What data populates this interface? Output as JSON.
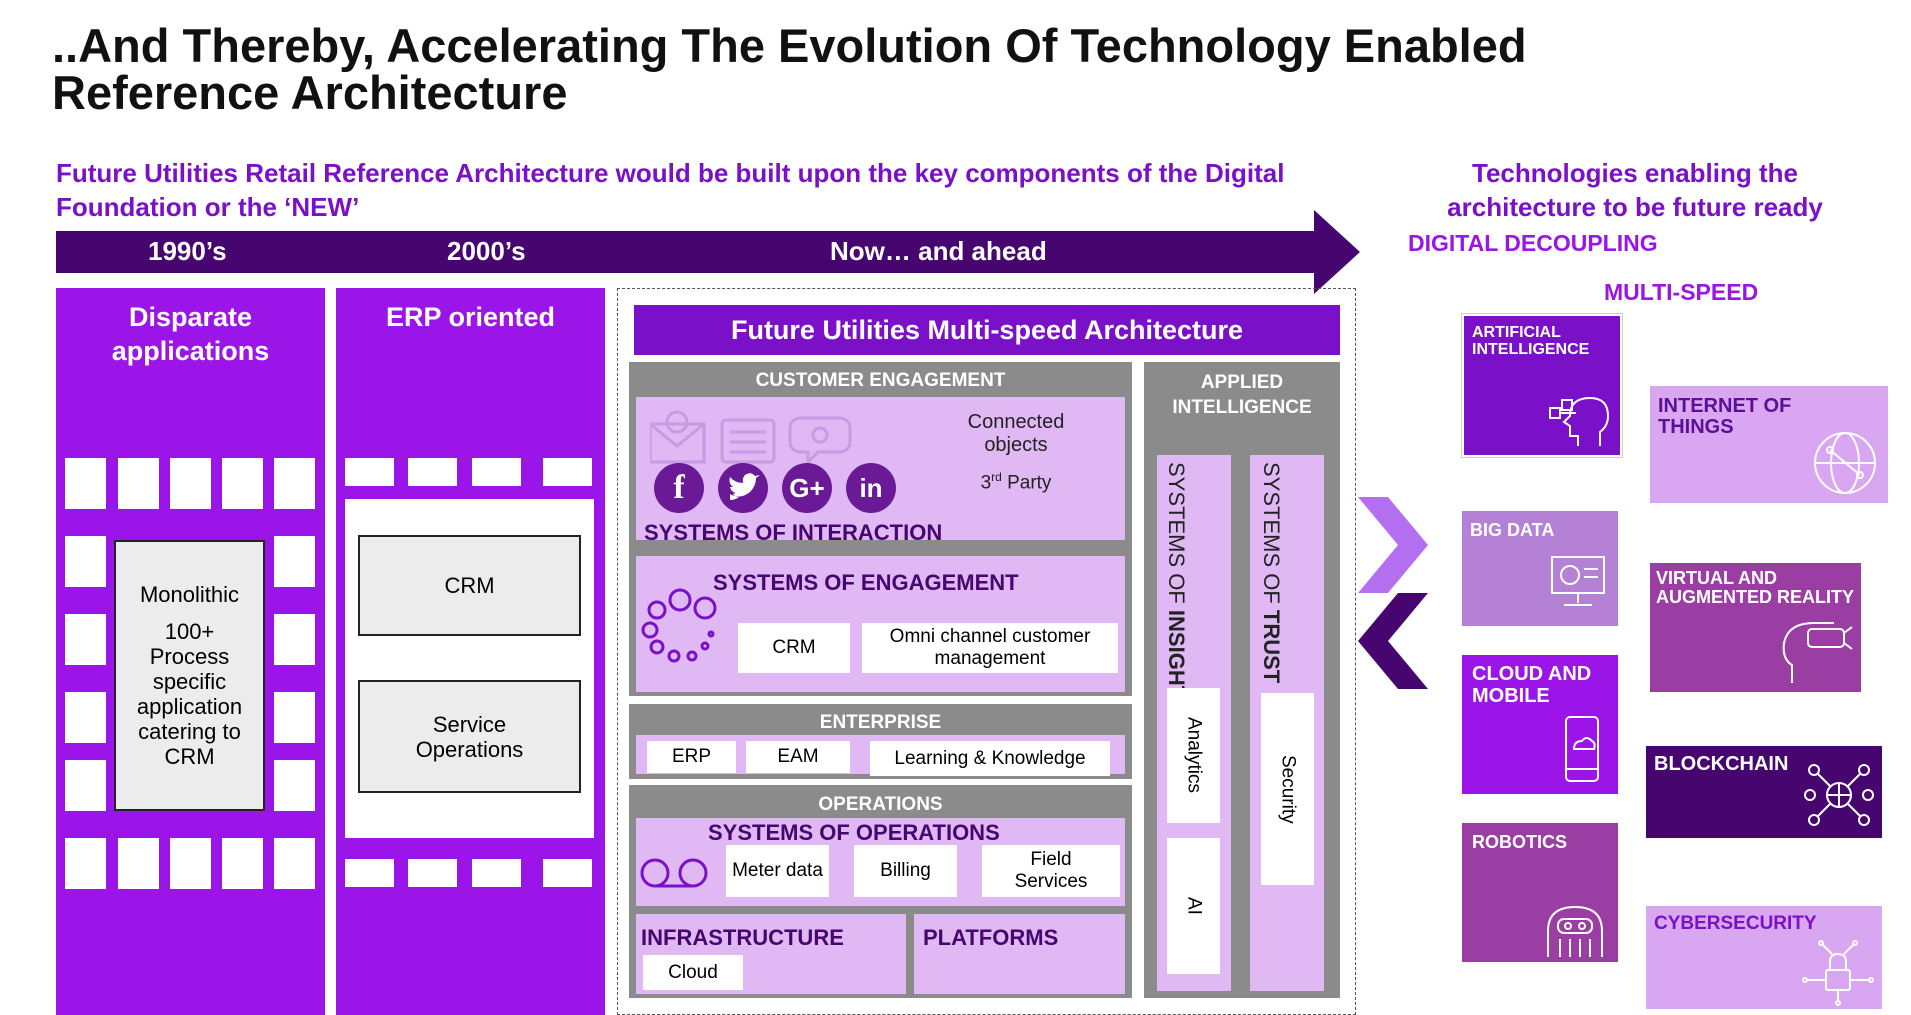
{
  "title": "..And Thereby, Accelerating The Evolution Of Technology Enabled Reference Architecture",
  "subtitle_left": "Future Utilities Retail Reference Architecture would be built upon the key components of the Digital Foundation or the ‘NEW’",
  "subtitle_right": "Technologies enabling the architecture to be future ready",
  "timeline": {
    "era1": "1990’s",
    "era2": "2000’s",
    "era3": "Now… and ahead"
  },
  "col1": {
    "heading": "Disparate applications",
    "box_title": "Monolithic",
    "box_text": "100+ Process specific application catering to CRM"
  },
  "col2": {
    "heading": "ERP oriented",
    "box1": "CRM",
    "box2": "Service Operations"
  },
  "arch": {
    "title": "Future Utilities Multi-speed Architecture",
    "customer_engagement": "CUSTOMER ENGAGEMENT",
    "connected_objects": "Connected objects",
    "third_party_base": "3",
    "third_party_sup": "rd",
    "third_party_rest": " Party",
    "systems_interaction": "SYSTEMS OF  INTERACTION",
    "systems_engagement": "SYSTEMS OF  ENGAGEMENT",
    "crm": "CRM",
    "omni": "Omni channel customer management",
    "enterprise": "ENTERPRISE",
    "erp": "ERP",
    "eam": "EAM",
    "learning": "Learning & Knowledge",
    "operations": "OPERATIONS",
    "systems_operations": "SYSTEMS OF OPERATIONS",
    "meter": "Meter data",
    "billing": "Billing",
    "field": "Field Services",
    "infrastructure": "INFRASTRUCTURE",
    "cloud": "Cloud",
    "platforms": "PLATFORMS",
    "applied_intelligence": "APPLIED INTELLIGENCE",
    "insight_prefix": "SYSTEMS OF ",
    "insight_bold": "INSIGHT",
    "trust_prefix": "SYSTEMS OF ",
    "trust_bold": "TRUST",
    "analytics": "Analytics",
    "ai": "AI",
    "security": "Security"
  },
  "right": {
    "digital_decoupling": "DIGITAL DECOUPLING",
    "multi_speed": "MULTI-SPEED",
    "tiles": {
      "ai": "ARTIFICIAL INTELLIGENCE",
      "iot": "INTERNET OF THINGS",
      "bigdata": "BIG DATA",
      "vr": "VIRTUAL AND AUGMENTED REALITY",
      "cloud": "CLOUD AND MOBILE",
      "blockchain": "BLOCKCHAIN",
      "robotics": "ROBOTICS",
      "cyber": "CYBERSECURITY"
    }
  },
  "colors": {
    "dark_purple": "#46056f",
    "bright_purple": "#9b14e8",
    "lavender": "#e0b8f4",
    "grey": "#8b8b8b",
    "heading_purple": "#7a10c8"
  }
}
